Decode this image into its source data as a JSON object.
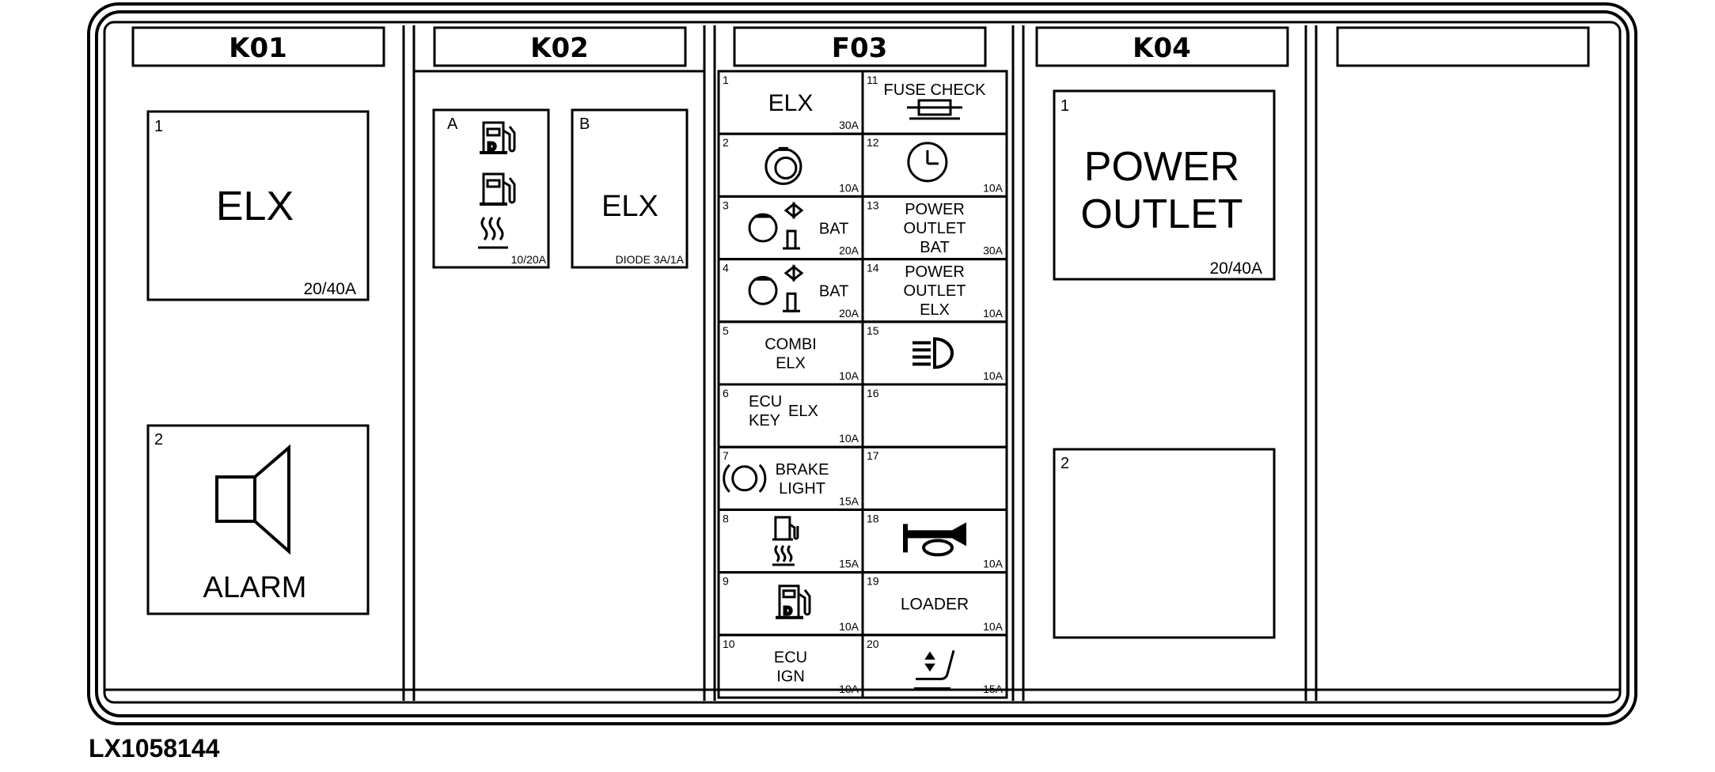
{
  "document_code": "LX1058144",
  "sections": {
    "k01": "K01",
    "k02": "K02",
    "f03": "F03",
    "k04": "K04",
    "k05": ""
  },
  "k01_relays": [
    {
      "number": "1",
      "label": "ELX",
      "rating": "20/40A"
    },
    {
      "number": "2",
      "label": "ALARM",
      "icon": "horn-speaker-icon"
    }
  ],
  "k02_relays": [
    {
      "letter": "A",
      "rating": "10/20A",
      "icons": [
        "diesel-pump-icon",
        "fuel-pump-icon",
        "heater-icon"
      ]
    },
    {
      "letter": "B",
      "label": "ELX",
      "rating": "DIODE 3A/1A"
    }
  ],
  "k04_relays": [
    {
      "number": "1",
      "label_line1": "POWER",
      "label_line2": "OUTLET",
      "rating": "20/40A"
    },
    {
      "number": "2",
      "label_line1": "",
      "label_line2": "",
      "rating": ""
    }
  ],
  "fuses": [
    {
      "number": "1",
      "lines": [
        "ELX"
      ],
      "rating": "30A"
    },
    {
      "number": "11",
      "lines": [
        "FUSE CHECK"
      ],
      "rating": "",
      "icon": "fuse-icon"
    },
    {
      "number": "2",
      "lines": [],
      "rating": "10A",
      "icon": "engine-icon"
    },
    {
      "number": "12",
      "lines": [],
      "rating": "10A",
      "icon": "clock-icon"
    },
    {
      "number": "3",
      "lines": [
        "BAT"
      ],
      "rating": "20A",
      "icon": "hitch-icon"
    },
    {
      "number": "13",
      "lines": [
        "POWER",
        "OUTLET",
        "BAT"
      ],
      "rating": "30A"
    },
    {
      "number": "4",
      "lines": [
        "BAT"
      ],
      "rating": "20A",
      "icon": "hitch-icon"
    },
    {
      "number": "14",
      "lines": [
        "POWER",
        "OUTLET",
        "ELX"
      ],
      "rating": "10A"
    },
    {
      "number": "5",
      "lines": [
        "COMBI",
        "ELX"
      ],
      "rating": "10A"
    },
    {
      "number": "15",
      "lines": [],
      "rating": "10A",
      "icon": "headlight-icon"
    },
    {
      "number": "6",
      "lines": [
        "ECU",
        "KEY",
        "ELX"
      ],
      "rating": "10A"
    },
    {
      "number": "16",
      "lines": [],
      "rating": ""
    },
    {
      "number": "7",
      "lines": [
        "BRAKE",
        "LIGHT"
      ],
      "rating": "15A",
      "icon": "brake-icon"
    },
    {
      "number": "17",
      "lines": [],
      "rating": ""
    },
    {
      "number": "8",
      "lines": [],
      "rating": "15A",
      "icon": "fuel-heater-icon"
    },
    {
      "number": "18",
      "lines": [],
      "rating": "10A",
      "icon": "horn-icon"
    },
    {
      "number": "9",
      "lines": [],
      "rating": "10A",
      "icon": "diesel-pump-icon"
    },
    {
      "number": "19",
      "lines": [
        "LOADER"
      ],
      "rating": "10A"
    },
    {
      "number": "10",
      "lines": [
        "ECU",
        "IGN"
      ],
      "rating": "10A"
    },
    {
      "number": "20",
      "lines": [],
      "rating": "15A",
      "icon": "seat-adjust-icon"
    }
  ]
}
